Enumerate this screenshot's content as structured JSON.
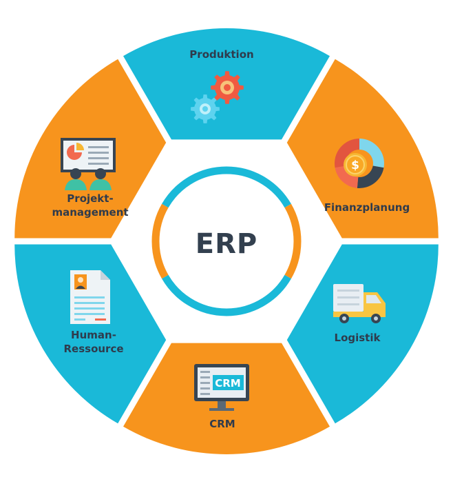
{
  "title": "ERP",
  "colors": {
    "orange": "#f7941d",
    "blue": "#1ab9d8",
    "gear": "#ffffff",
    "text": "#2f3b4c"
  },
  "segments": [
    {
      "id": "produktion",
      "lines": [
        "Produktion"
      ],
      "color": "#1ab9d8",
      "icon": "gears-icon"
    },
    {
      "id": "finanzplanung",
      "lines": [
        "Finanzplanung"
      ],
      "color": "#f7941d",
      "icon": "finance-chart-icon"
    },
    {
      "id": "logistik",
      "lines": [
        "Logistik"
      ],
      "color": "#1ab9d8",
      "icon": "delivery-truck-icon"
    },
    {
      "id": "crm",
      "lines": [
        "CRM"
      ],
      "color": "#f7941d",
      "icon": "crm-monitor-icon"
    },
    {
      "id": "human-ressource",
      "lines": [
        "Human-",
        "Ressource"
      ],
      "color": "#1ab9d8",
      "icon": "resume-document-icon"
    },
    {
      "id": "projektmanagement",
      "lines": [
        "Projekt-",
        "management"
      ],
      "color": "#f7941d",
      "icon": "presentation-icon"
    }
  ],
  "icon_texts": {
    "crm_screen": "CRM",
    "dollar": "$"
  }
}
